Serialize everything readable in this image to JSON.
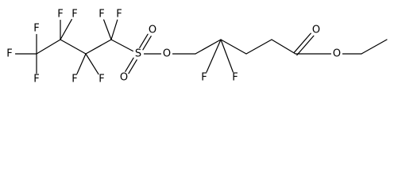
{
  "molecule": {
    "atoms": [
      {
        "id": "F1",
        "label": "F"
      },
      {
        "id": "F2",
        "label": "F"
      },
      {
        "id": "F3",
        "label": "F"
      },
      {
        "id": "F4",
        "label": "F"
      },
      {
        "id": "F5",
        "label": "F"
      },
      {
        "id": "F6",
        "label": "F"
      },
      {
        "id": "F7",
        "label": "F"
      },
      {
        "id": "F8",
        "label": "F"
      },
      {
        "id": "F9",
        "label": "F"
      },
      {
        "id": "F10",
        "label": "F"
      },
      {
        "id": "F11",
        "label": "F"
      },
      {
        "id": "S",
        "label": "S"
      },
      {
        "id": "O1",
        "label": "O"
      },
      {
        "id": "O2",
        "label": "O"
      },
      {
        "id": "O3",
        "label": "O"
      },
      {
        "id": "O4",
        "label": "O"
      },
      {
        "id": "O5",
        "label": "O"
      }
    ],
    "bonds": [
      {
        "id": "b1",
        "from": "CF3",
        "to": "C2",
        "order": 1
      },
      {
        "id": "b2",
        "from": "C2",
        "to": "C3",
        "order": 1
      },
      {
        "id": "b3",
        "from": "C3",
        "to": "C4",
        "order": 1
      },
      {
        "id": "b4",
        "from": "C4",
        "to": "S",
        "order": 1
      },
      {
        "id": "b5",
        "from": "S",
        "to": "O1",
        "order": 2
      },
      {
        "id": "b6",
        "from": "S",
        "to": "O2",
        "order": 2
      },
      {
        "id": "b7",
        "from": "S",
        "to": "O3",
        "order": 1
      },
      {
        "id": "b8",
        "from": "O3",
        "to": "C5",
        "order": 1
      },
      {
        "id": "b9",
        "from": "C5",
        "to": "C6",
        "order": 1
      },
      {
        "id": "b10",
        "from": "C6",
        "to": "C7",
        "order": 1
      },
      {
        "id": "b11",
        "from": "C7",
        "to": "C8",
        "order": 1
      },
      {
        "id": "b12",
        "from": "C8",
        "to": "C9",
        "order": 1
      },
      {
        "id": "b13",
        "from": "C9",
        "to": "O4",
        "order": 2
      },
      {
        "id": "b14",
        "from": "C9",
        "to": "O5",
        "order": 1
      },
      {
        "id": "b15",
        "from": "O5",
        "to": "C10",
        "order": 1
      },
      {
        "id": "b16",
        "from": "C10",
        "to": "C11",
        "order": 1
      }
    ]
  }
}
